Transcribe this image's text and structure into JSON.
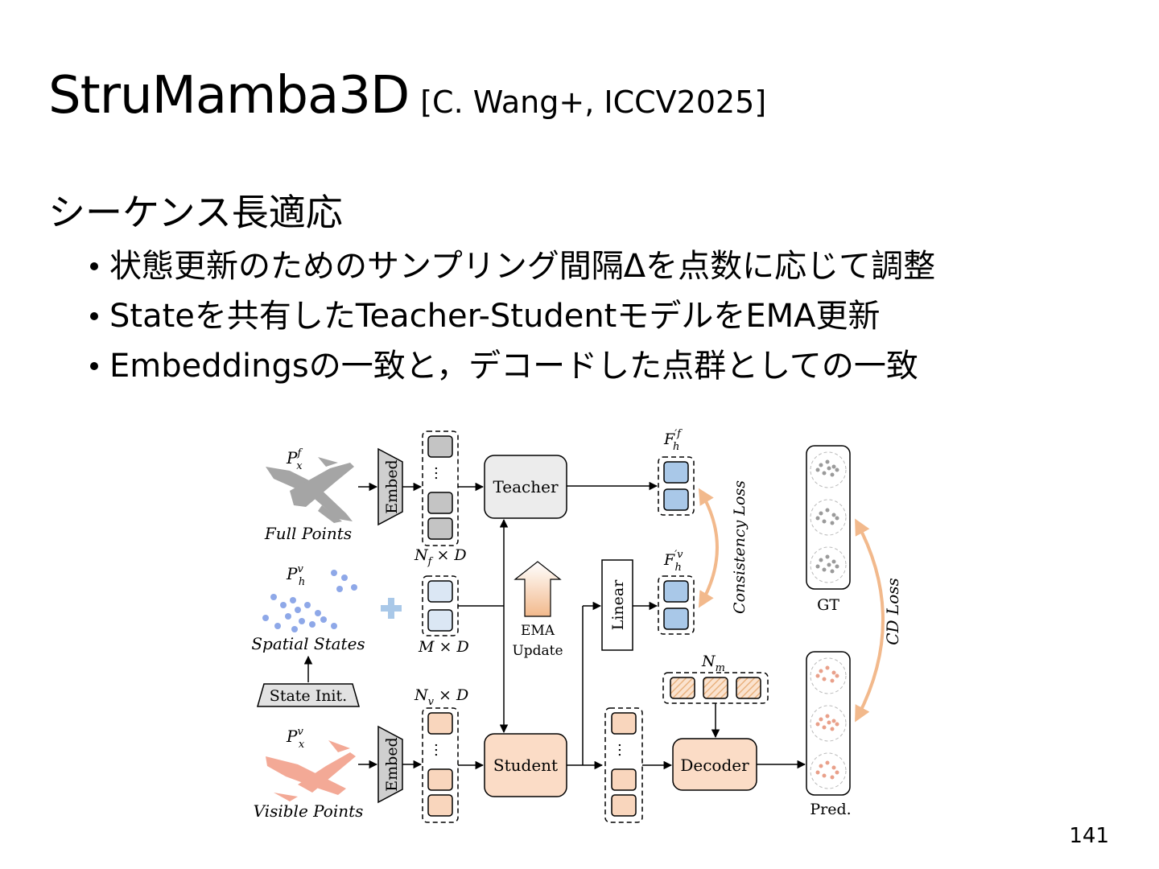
{
  "slide": {
    "title": "StruMamba3D",
    "citation": "[C. Wang+, ICCV2025]",
    "heading": "シーケンス長適応",
    "bullets": [
      "状態更新のためのサンプリング間隔Δを点数に応じて調整",
      "Stateを共有したTeacher-StudentモデルをEMA更新",
      "Embeddingsの一致と，デコードした点群としての一致"
    ],
    "page_number": "141"
  },
  "diagram": {
    "inputs": {
      "full_symbol": "P",
      "full_sup": "f",
      "full_sub": "x",
      "full_label": "Full Points",
      "spatial_symbol": "P",
      "spatial_sup": "v",
      "spatial_sub": "h",
      "spatial_label": "Spatial States",
      "visible_symbol": "P",
      "visible_sup": "v",
      "visible_sub": "x",
      "visible_label": "Visible Points"
    },
    "embed_label": "Embed",
    "state_init_label": "State Init.",
    "dims": {
      "nf_N": "N",
      "nf_sub": "f",
      "nf_rest": "× D",
      "m": "M × D",
      "nv_N": "N",
      "nv_sub": "v",
      "nv_rest": "× D",
      "nm_N": "N",
      "nm_sub": "m"
    },
    "teacher_label": "Teacher",
    "student_label": "Student",
    "ema_line1": "EMA",
    "ema_line2": "Update",
    "linear_label": "Linear",
    "decoder_label": "Decoder",
    "features": {
      "ff_symbol": "F",
      "ff_sup": "′f",
      "ff_sub": "h",
      "fv_symbol": "F",
      "fv_sup": "′v",
      "fv_sub": "h"
    },
    "consistency_loss": "Consistency Loss",
    "cd_loss": "CD Loss",
    "gt_label": "GT",
    "pred_label": "Pred.",
    "colors": {
      "gray_token": "#c4c4c4",
      "blue_token": "#a9c8e8",
      "light_blue_token": "#dbe7f4",
      "peach_token": "#f9d6bd",
      "teacher_fill": "#ececec",
      "student_fill": "#fbdcc6",
      "loss_arrow": "#f2b98c"
    }
  }
}
